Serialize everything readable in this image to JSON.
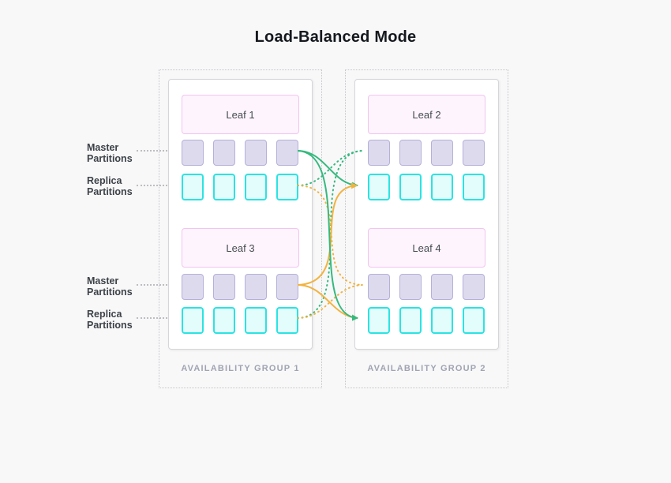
{
  "title": "Load-Balanced Mode",
  "side_labels": [
    {
      "line1": "Master",
      "line2": "Partitions"
    },
    {
      "line1": "Replica",
      "line2": "Partitions"
    },
    {
      "line1": "Master",
      "line2": "Partitions"
    },
    {
      "line1": "Replica",
      "line2": "Partitions"
    }
  ],
  "groups": [
    {
      "caption": "AVAILABILITY GROUP 1",
      "leaves": [
        {
          "name": "Leaf 1",
          "master_partitions": 4,
          "replica_partitions": 4
        },
        {
          "name": "Leaf 3",
          "master_partitions": 4,
          "replica_partitions": 4
        }
      ]
    },
    {
      "caption": "AVAILABILITY GROUP 2",
      "leaves": [
        {
          "name": "Leaf 2",
          "master_partitions": 4,
          "replica_partitions": 4
        },
        {
          "name": "Leaf 4",
          "master_partitions": 4,
          "replica_partitions": 4
        }
      ]
    }
  ],
  "connections": [
    {
      "from": "Leaf 1 master",
      "to": "Leaf 2 replica",
      "style": "solid",
      "color": "green"
    },
    {
      "from": "Leaf 1 master",
      "to": "Leaf 4 replica",
      "style": "solid",
      "color": "green"
    },
    {
      "from": "Leaf 3 master",
      "to": "Leaf 2 replica",
      "style": "solid",
      "color": "orange"
    },
    {
      "from": "Leaf 3 master",
      "to": "Leaf 4 replica",
      "style": "solid",
      "color": "orange"
    },
    {
      "from": "Leaf 1 replica",
      "to": "Leaf 2 master",
      "style": "dotted",
      "color": "green"
    },
    {
      "from": "Leaf 3 replica",
      "to": "Leaf 2 master",
      "style": "dotted",
      "color": "green"
    },
    {
      "from": "Leaf 1 replica",
      "to": "Leaf 4 master",
      "style": "dotted",
      "color": "orange"
    },
    {
      "from": "Leaf 3 replica",
      "to": "Leaf 4 master",
      "style": "dotted",
      "color": "orange"
    }
  ],
  "colors": {
    "green_line": "#35b97e",
    "orange_line": "#f2b340",
    "master_fill": "#dddaee",
    "master_border": "#b5b0d9",
    "replica_fill": "#e3fdfc",
    "replica_border": "#2be3e3",
    "leaf_fill": "#fdf4fd",
    "leaf_border": "#f2c4ef",
    "caption_text": "#a0a4b2"
  }
}
